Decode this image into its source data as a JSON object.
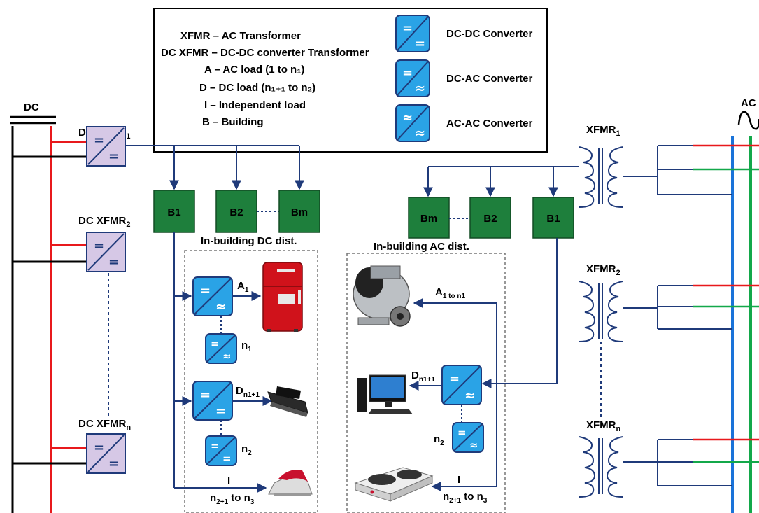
{
  "legend": {
    "lines": [
      "XFMR – AC Transformer",
      "DC XFMR – DC-DC converter Transformer",
      "A – AC load (1 to n₁)",
      "D – DC load (n₁₊₁ to n₂)",
      "I – Independent load",
      "B – Building"
    ],
    "converters": [
      {
        "label": "DC-DC Converter",
        "top": "=",
        "bottom": "="
      },
      {
        "label": "DC-AC Converter",
        "top": "=",
        "bottom": "≈"
      },
      {
        "label": "AC-AC Converter",
        "top": "≈",
        "bottom": "≈"
      }
    ]
  },
  "dc_side": {
    "bus_label": "DC",
    "xfmrs": [
      {
        "prefix": "DC XFMR",
        "sub": "1"
      },
      {
        "prefix": "DC XFMR",
        "sub": "2"
      },
      {
        "prefix": "DC XFMR",
        "sub": "n"
      }
    ],
    "buildings": [
      "B1",
      "B2",
      "Bm"
    ],
    "dist_label": "In-building DC dist.",
    "loads": {
      "a": {
        "base": "A",
        "sub": "1"
      },
      "n1": {
        "base": "n",
        "sub": "1"
      },
      "d": {
        "base": "D",
        "sub": "n1+1"
      },
      "n2": {
        "base": "n",
        "sub": "2"
      },
      "i": "I",
      "i_range": {
        "base": "n",
        "sub": "2+1",
        "rest": " to n",
        "sub2": "3"
      }
    }
  },
  "ac_side": {
    "bus_label": "AC",
    "xfmrs": [
      {
        "prefix": "XFMR",
        "sub": "1"
      },
      {
        "prefix": "XFMR",
        "sub": "2"
      },
      {
        "prefix": "XFMR",
        "sub": "n"
      }
    ],
    "buildings": [
      "Bm",
      "B2",
      "B1"
    ],
    "dist_label": "In-building AC dist.",
    "loads": {
      "a": {
        "base": "A",
        "sub": "1 to n1"
      },
      "d": {
        "base": "D",
        "sub": "n1+1"
      },
      "n2": {
        "base": "n",
        "sub": "2"
      },
      "i": "I",
      "i_range": {
        "base": "n",
        "sub": "2+1",
        "rest": " to n",
        "sub2": "3"
      }
    }
  },
  "colors": {
    "line_navy": "#1f3a7a",
    "bus_red": "#e8191c",
    "bus_green": "#13a84a",
    "bus_blue": "#1a73d9",
    "building_green": "#1e7f3c",
    "converter_blue": "#2aa3e6",
    "xfmr_purple": "#d6c8e6"
  }
}
